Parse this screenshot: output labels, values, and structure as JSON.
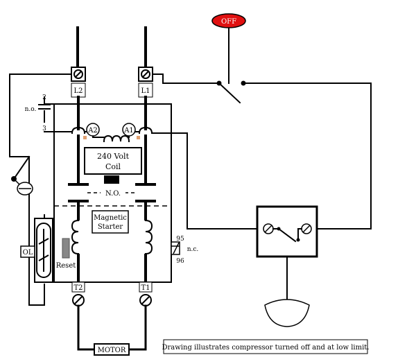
{
  "switch": {
    "off_label": "OFF"
  },
  "terminals": {
    "l1": "L1",
    "l2": "L2",
    "t1": "T1",
    "t2": "T2"
  },
  "contacts": {
    "aux_top": "2",
    "aux_bottom": "3",
    "aux_type": "n.o.",
    "main_type": "N.O.",
    "ol_contact_top": "95",
    "ol_contact_bottom": "96",
    "ol_contact_type": "n.c."
  },
  "coil": {
    "a1": "A1",
    "a2": "A2",
    "line1": "240 Volt",
    "line2": "Coil"
  },
  "starter": {
    "line1": "Magnetic",
    "line2": "Starter"
  },
  "overload": {
    "label": "OL",
    "reset_label": "Reset"
  },
  "motor": {
    "label": "MOTOR"
  },
  "caption": "Drawing illustrates compressor turned off and at low limit.",
  "colors": {
    "off_button": "#e01010",
    "coil_tap": "#e0a070",
    "reset_button": "#888888"
  }
}
